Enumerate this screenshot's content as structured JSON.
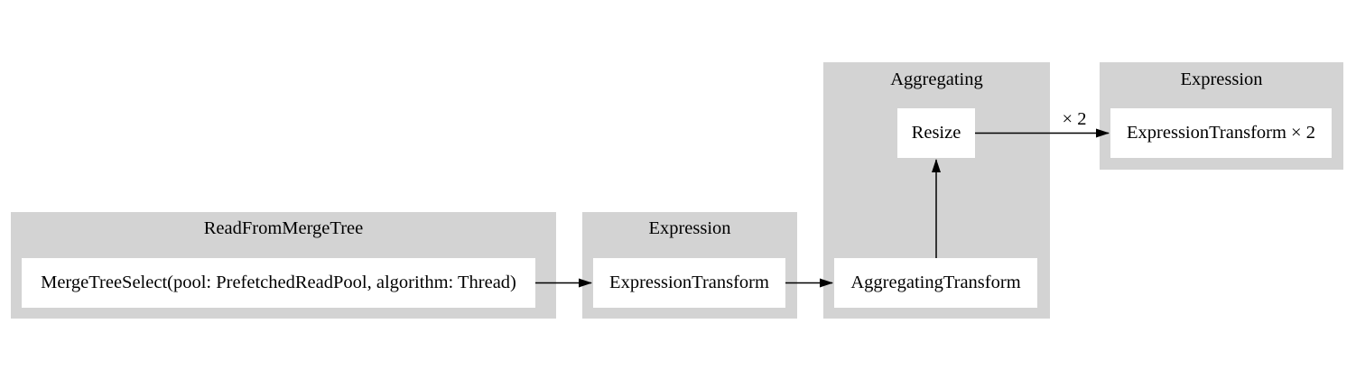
{
  "diagram": {
    "type": "pipeline-graph",
    "colors": {
      "background": "#ffffff",
      "cluster_fill": "#d3d3d3",
      "node_fill": "#ffffff",
      "edge": "#000000",
      "text": "#000000"
    },
    "clusters": [
      {
        "label": "ReadFromMergeTree",
        "nodes": [
          {
            "label": "MergeTreeSelect(pool: PrefetchedReadPool, algorithm: Thread)"
          }
        ]
      },
      {
        "label": "Expression",
        "nodes": [
          {
            "label": "ExpressionTransform"
          }
        ]
      },
      {
        "label": "Aggregating",
        "nodes": [
          {
            "label": "Resize"
          },
          {
            "label": "AggregatingTransform"
          }
        ]
      },
      {
        "label": "Expression",
        "nodes": [
          {
            "label": "ExpressionTransform × 2"
          }
        ]
      }
    ],
    "edges": [
      {
        "from": "MergeTreeSelect(pool: PrefetchedReadPool, algorithm: Thread)",
        "to": "ExpressionTransform",
        "label": ""
      },
      {
        "from": "ExpressionTransform",
        "to": "AggregatingTransform",
        "label": ""
      },
      {
        "from": "AggregatingTransform",
        "to": "Resize",
        "label": ""
      },
      {
        "from": "Resize",
        "to": "ExpressionTransform × 2",
        "label": "× 2"
      }
    ]
  }
}
